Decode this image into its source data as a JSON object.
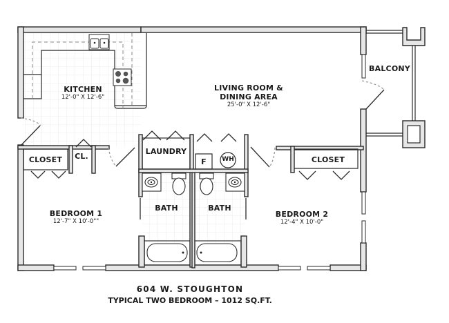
{
  "plan": {
    "title": "604 W. STOUGHTON",
    "subtitle": "TYPICAL TWO BEDROOM – 1012 SQ.FT."
  },
  "rooms": {
    "kitchen": {
      "name": "KITCHEN",
      "dims": "12'-0\" X 12'-6\""
    },
    "living": {
      "name_line1": "LIVING ROOM &",
      "name_line2": "DINING AREA",
      "dims": "25'-0\" X 12'-6\""
    },
    "balcony": {
      "name": "BALCONY"
    },
    "closet1": {
      "name": "CLOSET"
    },
    "cl": {
      "name": "CL."
    },
    "laundry": {
      "name": "LAUNDRY"
    },
    "furnace": {
      "name": "F"
    },
    "water_heater": {
      "name": "WH"
    },
    "closet2": {
      "name": "CLOSET"
    },
    "bedroom1": {
      "name": "BEDROOM 1",
      "dims": "12'-7\" X 10'-0\"\""
    },
    "bath1": {
      "name": "BATH"
    },
    "bath2": {
      "name": "BATH"
    },
    "bedroom2": {
      "name": "BEDROOM 2",
      "dims": "12'-4\" X 10'-0\""
    }
  },
  "colors": {
    "wall_fill": "#e6e6e6",
    "wall_stroke": "#2a2a2a",
    "tile_grid": "#ececec",
    "text": "#1a1a1a"
  }
}
